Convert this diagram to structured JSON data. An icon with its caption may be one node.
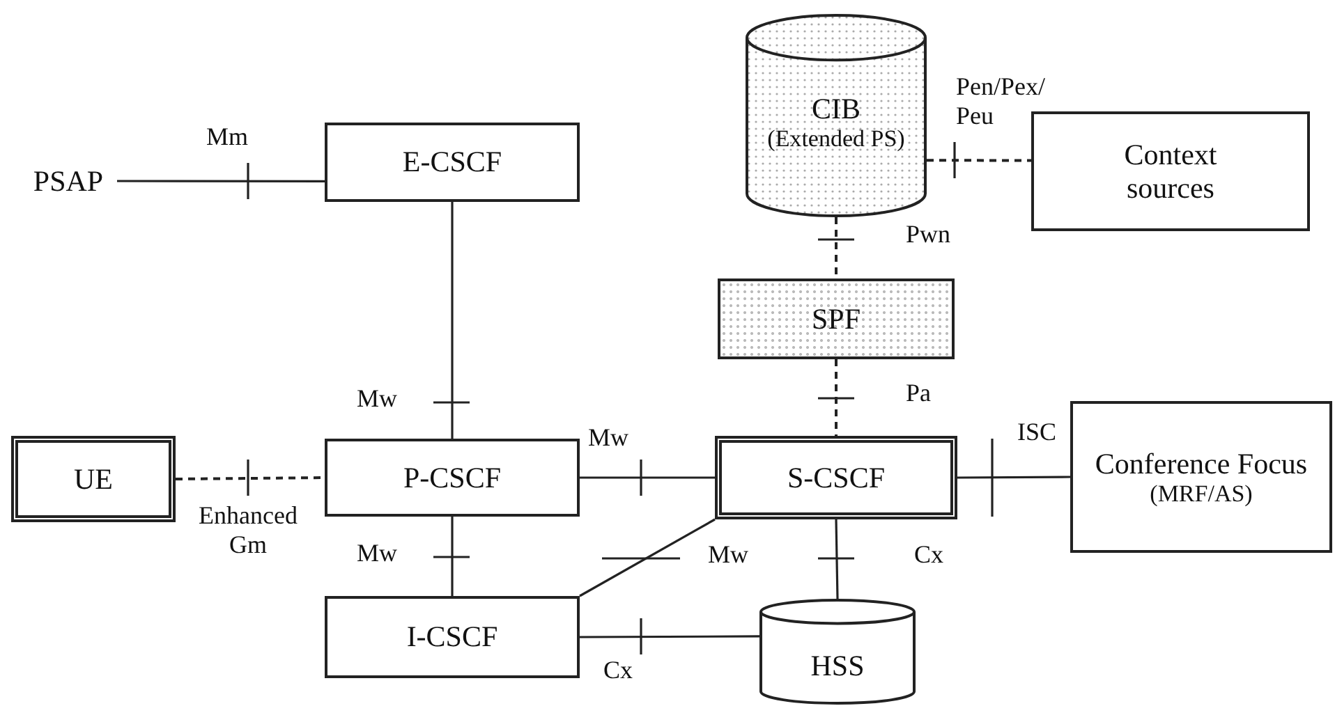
{
  "diagram": {
    "nodes": [
      {
        "text": [
          "CIB",
          "(Extended PS)"
        ]
      },
      {
        "text": [
          "Context sources"
        ]
      },
      {
        "text": [
          "SPF"
        ]
      },
      {
        "text": [
          "PSAP"
        ]
      },
      {
        "text": [
          "E-CSCF"
        ]
      },
      {
        "text": [
          "UE"
        ]
      },
      {
        "text": [
          "P-CSCF"
        ]
      },
      {
        "text": [
          "S-CSCF"
        ]
      },
      {
        "text": [
          "Conference Focus",
          "(MRF/AS)"
        ]
      },
      {
        "text": [
          "I-CSCF"
        ]
      },
      {
        "text": [
          "HSS"
        ]
      }
    ],
    "edges": [
      {
        "from": 3,
        "to": 4,
        "arrow": "none",
        "label": "Mm"
      },
      {
        "from": 4,
        "to": 6,
        "arrow": "none",
        "label": "Mw"
      },
      {
        "from": 5,
        "to": 6,
        "arrow": "none",
        "label": "Enhanced Gm",
        "style": "dashed"
      },
      {
        "from": 6,
        "to": 7,
        "arrow": "none",
        "label": "Mw"
      },
      {
        "from": 6,
        "to": 9,
        "arrow": "none",
        "label": "Mw"
      },
      {
        "from": 9,
        "to": 7,
        "arrow": "none",
        "label": "Mw"
      },
      {
        "from": 7,
        "to": 10,
        "arrow": "none",
        "label": "Cx"
      },
      {
        "from": 9,
        "to": 10,
        "arrow": "none",
        "label": "Cx"
      },
      {
        "from": 0,
        "to": 1,
        "arrow": "none",
        "label": "Pen/Pex/ Peu",
        "style": "dashed"
      },
      {
        "from": 0,
        "to": 2,
        "arrow": "none",
        "label": "Pwn",
        "style": "dashed"
      },
      {
        "from": 2,
        "to": 7,
        "arrow": "none",
        "label": "Pa",
        "style": "dashed"
      },
      {
        "from": 7,
        "to": 8,
        "arrow": "none",
        "label": "ISC"
      }
    ]
  }
}
